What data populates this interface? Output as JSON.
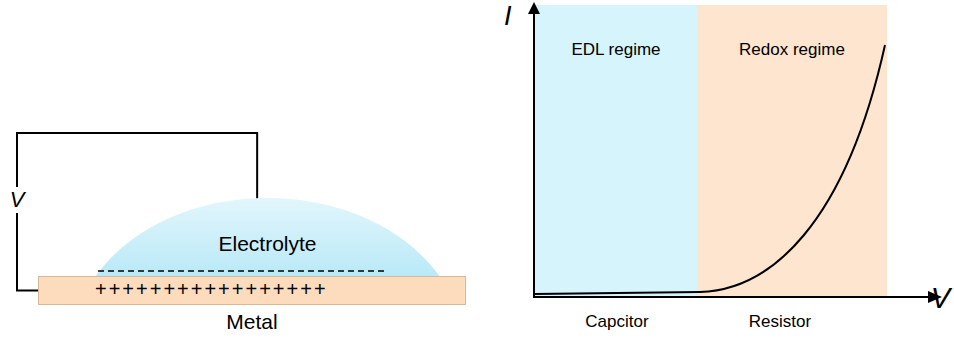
{
  "diagram": {
    "nodes": [
      {
        "text": [
          "Electrolyte"
        ]
      },
      {
        "text": [
          "Metal"
        ]
      },
      {
        "text": [
          "EDL regime"
        ]
      },
      {
        "text": [
          "Redox regime"
        ]
      }
    ],
    "edges": [
      {
        "from": 0,
        "to": 1,
        "label": "V",
        "arrow": "none"
      }
    ],
    "labels": [
      "+++++++++++++++++",
      "I",
      "V",
      "Capcitor",
      "Resistor"
    ]
  }
}
